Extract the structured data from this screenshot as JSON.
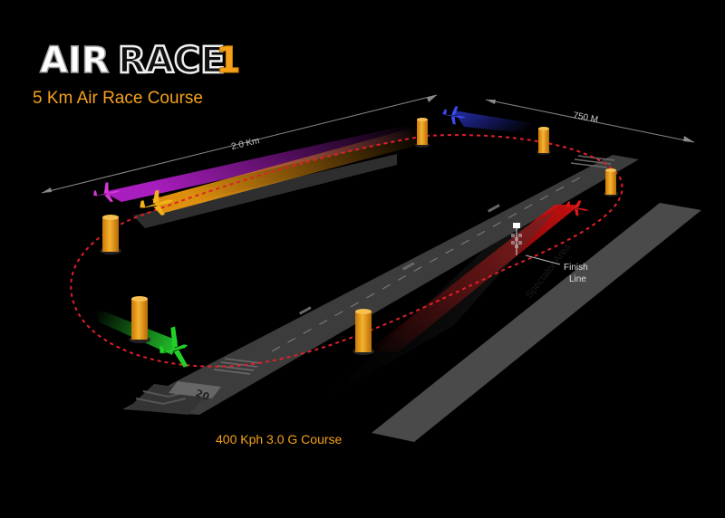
{
  "logo": {
    "air": "AIR",
    "race": "RACE",
    "one": "1"
  },
  "course_title": "5 Km Air Race Course",
  "dimensions": {
    "length": "2.0 Km",
    "width": "750 M"
  },
  "labels": {
    "finish_line_1": "Finish",
    "finish_line_2": "Line",
    "spectator_area": "Spectator Area",
    "runway_number": "20"
  },
  "course_spec": "400 Kph 3.0 G Course",
  "colors": {
    "accent_orange": "#f5a21a",
    "course_line": "#e0202a",
    "plane_magenta": "#d838d8",
    "plane_yellow": "#f2b21c",
    "plane_green": "#22d028",
    "plane_blue": "#3a4cf0",
    "plane_red": "#e01818"
  }
}
